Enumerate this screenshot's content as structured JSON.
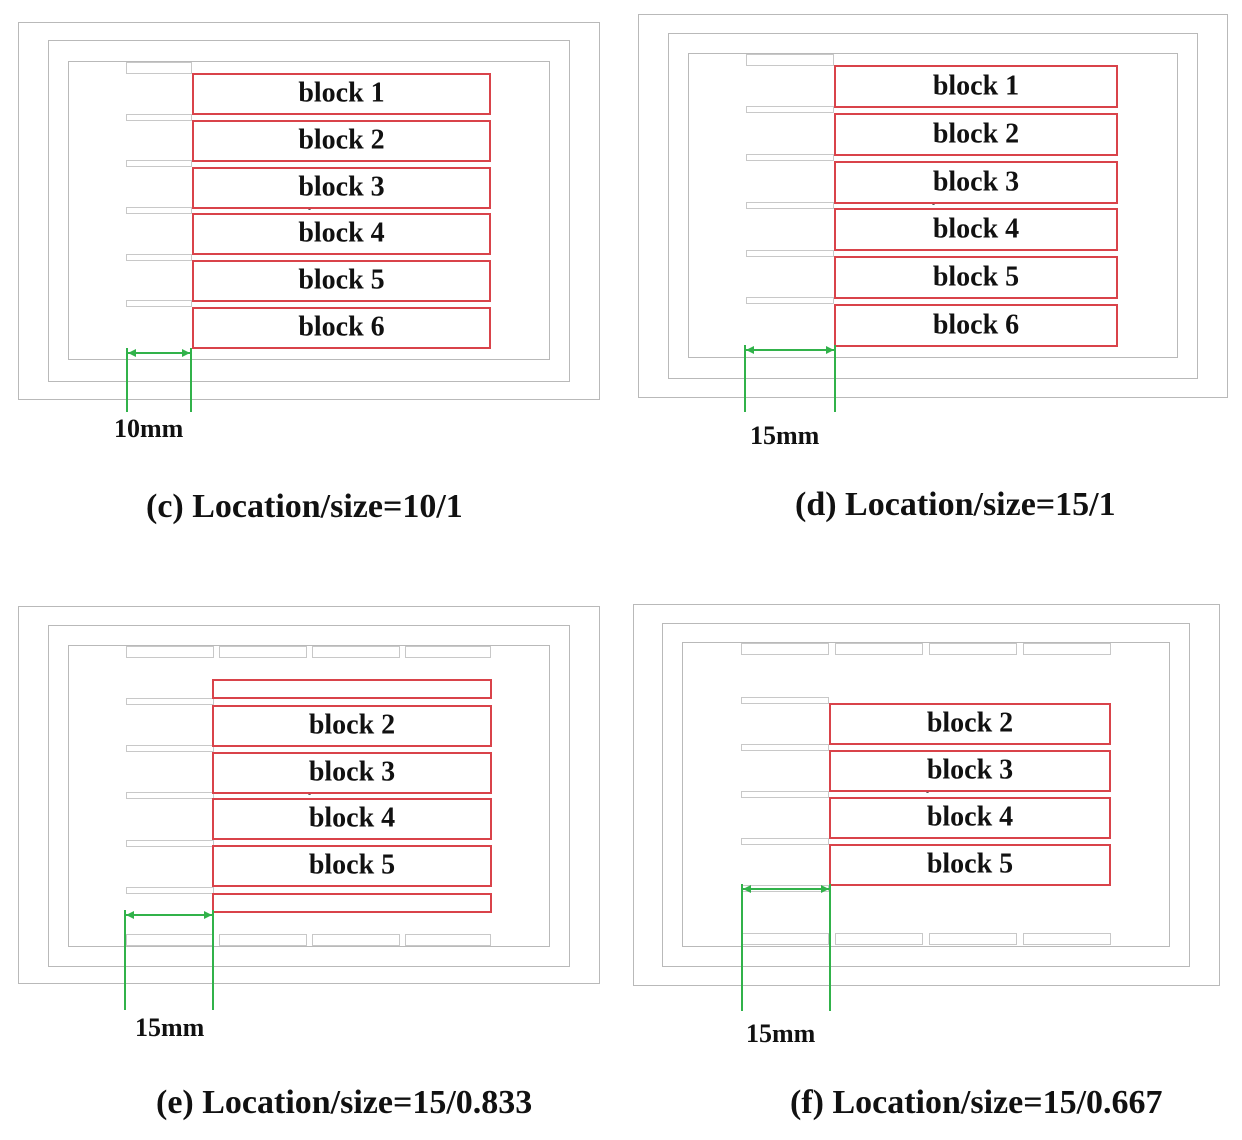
{
  "panels": [
    {
      "id": "c",
      "caption": "(c)  Location/size=10/1",
      "dimension": "10mm",
      "blocks": [
        "block 1",
        "block 2",
        "block 3",
        "block 4",
        "block 5",
        "block 6"
      ]
    },
    {
      "id": "d",
      "caption": "(d)  Location/size=15/1",
      "dimension": "15mm",
      "blocks": [
        "block 1",
        "block 2",
        "block 3",
        "block 4",
        "block 5",
        "block 6"
      ]
    },
    {
      "id": "e",
      "caption": "(e) Location/size=15/0.833",
      "dimension": "15mm",
      "blocks": [
        "",
        "block 2",
        "block 3",
        "block 4",
        "block 5",
        ""
      ]
    },
    {
      "id": "f",
      "caption": "(f)  Location/size=15/0.667",
      "dimension": "15mm",
      "blocks": [
        "block 2",
        "block 3",
        "block 4",
        "block 5"
      ]
    }
  ],
  "colors": {
    "block_border": "#d9434a",
    "dimension_line": "#31b24a",
    "frame": "#b9b9b9"
  }
}
